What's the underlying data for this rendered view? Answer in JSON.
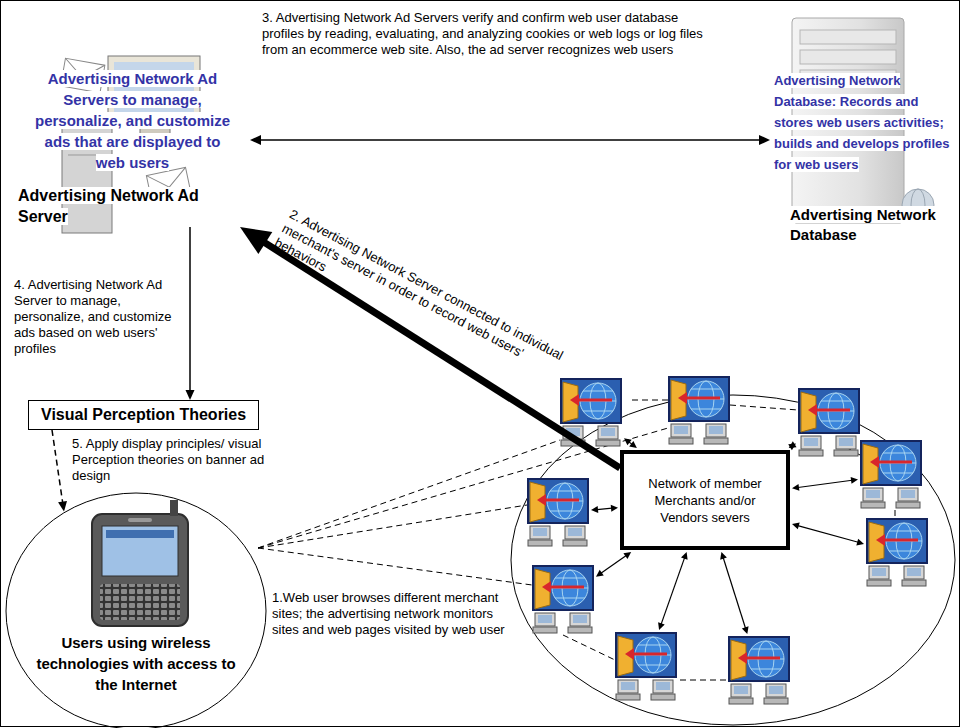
{
  "diagram": {
    "nodes": [
      {
        "text": [
          "Advertising Network Ad Servers to manage, personalize, and customize ads that are displayed to web users",
          "Advertising Network Ad Server"
        ]
      },
      {
        "text": [
          "Advertising Network Database: Records and stores web users activities; builds and develops profiles for web users",
          "Advertising Network Database"
        ]
      },
      {
        "text": [
          "Visual Perception Theories"
        ]
      },
      {
        "text": [
          "Users using wireless technologies with access to the Internet"
        ]
      },
      {
        "text": [
          "Network of member Merchants and/or Vendors severs"
        ]
      }
    ],
    "edges": [
      {
        "from": 0,
        "to": 1,
        "arrow": "both",
        "label": "3. Advertising Network Ad Servers verify and confirm web user database profiles by reading, evaluating, and analyzing cookies or web logs or log files from an ecommerce web site. Also, the ad server recognizes web users"
      },
      {
        "from": 4,
        "to": 0,
        "arrow": "to",
        "label": "2. Advertising Network Server connected to individual merchant's server in order to record web users' behaviors"
      },
      {
        "from": 0,
        "to": 2,
        "arrow": "to",
        "label": "4. Advertising Network Ad Server to manage, personalize, and customize ads based on web users' profiles"
      },
      {
        "from": 2,
        "to": 3,
        "arrow": "to",
        "label": "5. Apply display principles/ visual Perception theories on banner ad design"
      }
    ],
    "labels": [
      "1.Web user browses different merchant sites; the advertising network monitors sites and web pages visited by web user"
    ]
  }
}
